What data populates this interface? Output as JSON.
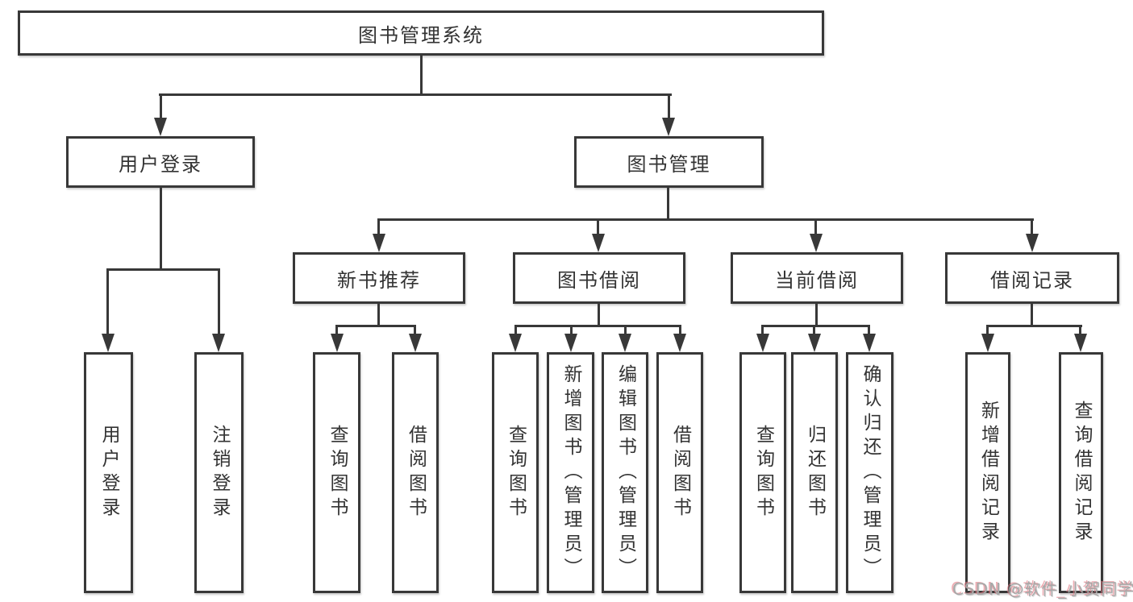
{
  "tree": {
    "label": "图书管理系统",
    "children": [
      {
        "label": "用户登录",
        "children": [
          {
            "label": "用户登录"
          },
          {
            "label": "注销登录"
          }
        ]
      },
      {
        "label": "图书管理",
        "children": [
          {
            "label": "新书推荐",
            "children": [
              {
                "label": "查询图书"
              },
              {
                "label": "借阅图书"
              }
            ]
          },
          {
            "label": "图书借阅",
            "children": [
              {
                "label": "查询图书"
              },
              {
                "label": "新增图书（管理员）"
              },
              {
                "label": "编辑图书（管理员）"
              },
              {
                "label": "借阅图书"
              }
            ]
          },
          {
            "label": "当前借阅",
            "children": [
              {
                "label": "查询图书"
              },
              {
                "label": "归还图书"
              },
              {
                "label": "确认归还（管理员）"
              }
            ]
          },
          {
            "label": "借阅记录",
            "children": [
              {
                "label": "新增借阅记录"
              },
              {
                "label": "查询借阅记录"
              }
            ]
          }
        ]
      }
    ]
  },
  "watermark": {
    "text": "CSDN @软件_小贺同学"
  },
  "colors": {
    "line": "#383838",
    "text": "#333333",
    "background": "#ffffff",
    "watermark_gray": "#a8a8a8",
    "watermark_accent": "#e27882"
  }
}
